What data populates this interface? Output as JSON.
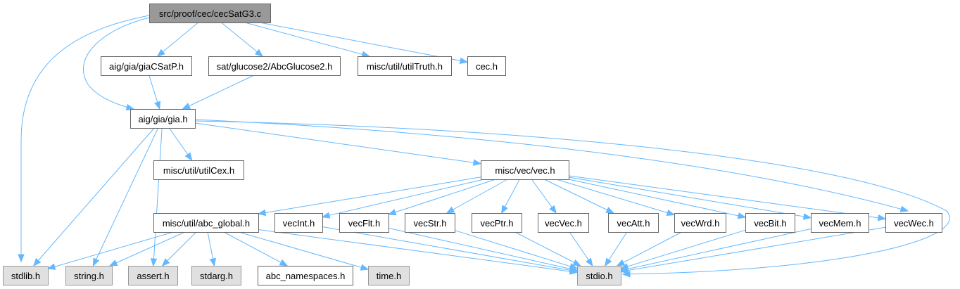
{
  "graph": {
    "title": "src/proof/cec/cecSatG3.c",
    "edge_color": "#63b8ff",
    "nodes": [
      {
        "id": "root",
        "label": "src/proof/cec/cecSatG3.c",
        "kind": "root"
      },
      {
        "id": "giaCSatP",
        "label": "aig/gia/giaCSatP.h",
        "kind": "normal"
      },
      {
        "id": "abcGlucose2",
        "label": "sat/glucose2/AbcGlucose2.h",
        "kind": "normal"
      },
      {
        "id": "utilTruth",
        "label": "misc/util/utilTruth.h",
        "kind": "normal"
      },
      {
        "id": "cec",
        "label": "cec.h",
        "kind": "normal"
      },
      {
        "id": "gia",
        "label": "aig/gia/gia.h",
        "kind": "normal"
      },
      {
        "id": "utilCex",
        "label": "misc/util/utilCex.h",
        "kind": "normal"
      },
      {
        "id": "vec",
        "label": "misc/vec/vec.h",
        "kind": "normal"
      },
      {
        "id": "abc_global",
        "label": "misc/util/abc_global.h",
        "kind": "normal"
      },
      {
        "id": "vecInt",
        "label": "vecInt.h",
        "kind": "normal"
      },
      {
        "id": "vecFlt",
        "label": "vecFlt.h",
        "kind": "normal"
      },
      {
        "id": "vecStr",
        "label": "vecStr.h",
        "kind": "normal"
      },
      {
        "id": "vecPtr",
        "label": "vecPtr.h",
        "kind": "normal"
      },
      {
        "id": "vecVec",
        "label": "vecVec.h",
        "kind": "normal"
      },
      {
        "id": "vecAtt",
        "label": "vecAtt.h",
        "kind": "normal"
      },
      {
        "id": "vecWrd",
        "label": "vecWrd.h",
        "kind": "normal"
      },
      {
        "id": "vecBit",
        "label": "vecBit.h",
        "kind": "normal"
      },
      {
        "id": "vecMem",
        "label": "vecMem.h",
        "kind": "normal"
      },
      {
        "id": "vecWec",
        "label": "vecWec.h",
        "kind": "normal"
      },
      {
        "id": "stdlib",
        "label": "stdlib.h",
        "kind": "system"
      },
      {
        "id": "string",
        "label": "string.h",
        "kind": "system"
      },
      {
        "id": "assert",
        "label": "assert.h",
        "kind": "system"
      },
      {
        "id": "stdarg",
        "label": "stdarg.h",
        "kind": "system"
      },
      {
        "id": "abc_namespaces",
        "label": "abc_namespaces.h",
        "kind": "normal"
      },
      {
        "id": "time",
        "label": "time.h",
        "kind": "system"
      },
      {
        "id": "stdio",
        "label": "stdio.h",
        "kind": "system"
      }
    ],
    "edges": [
      [
        "root",
        "giaCSatP"
      ],
      [
        "root",
        "abcGlucose2"
      ],
      [
        "root",
        "utilTruth"
      ],
      [
        "root",
        "cec"
      ],
      [
        "root",
        "gia"
      ],
      [
        "root",
        "stdlib"
      ],
      [
        "giaCSatP",
        "gia"
      ],
      [
        "abcGlucose2",
        "gia"
      ],
      [
        "gia",
        "utilCex"
      ],
      [
        "gia",
        "vec"
      ],
      [
        "gia",
        "stdlib"
      ],
      [
        "gia",
        "string"
      ],
      [
        "gia",
        "assert"
      ],
      [
        "gia",
        "vecWec"
      ],
      [
        "gia",
        "stdio"
      ],
      [
        "vec",
        "abc_global"
      ],
      [
        "vec",
        "vecInt"
      ],
      [
        "vec",
        "vecFlt"
      ],
      [
        "vec",
        "vecStr"
      ],
      [
        "vec",
        "vecPtr"
      ],
      [
        "vec",
        "vecVec"
      ],
      [
        "vec",
        "vecAtt"
      ],
      [
        "vec",
        "vecWrd"
      ],
      [
        "vec",
        "vecBit"
      ],
      [
        "vec",
        "vecMem"
      ],
      [
        "vec",
        "vecWec"
      ],
      [
        "abc_global",
        "stdlib"
      ],
      [
        "abc_global",
        "string"
      ],
      [
        "abc_global",
        "assert"
      ],
      [
        "abc_global",
        "stdarg"
      ],
      [
        "abc_global",
        "abc_namespaces"
      ],
      [
        "abc_global",
        "time"
      ],
      [
        "abc_global",
        "stdio"
      ],
      [
        "vecInt",
        "stdio"
      ],
      [
        "vecFlt",
        "stdio"
      ],
      [
        "vecStr",
        "stdio"
      ],
      [
        "vecPtr",
        "stdio"
      ],
      [
        "vecVec",
        "stdio"
      ],
      [
        "vecAtt",
        "stdio"
      ],
      [
        "vecWrd",
        "stdio"
      ],
      [
        "vecBit",
        "stdio"
      ],
      [
        "vecMem",
        "stdio"
      ],
      [
        "vecWec",
        "stdio"
      ]
    ]
  }
}
